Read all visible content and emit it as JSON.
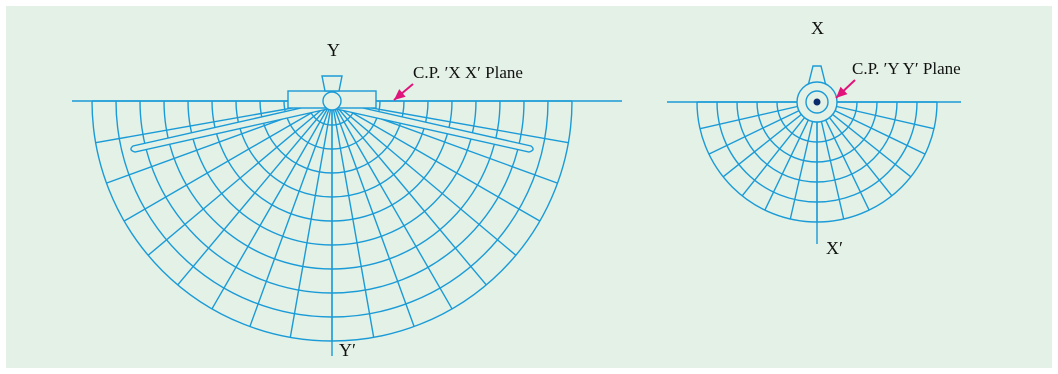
{
  "colors": {
    "background": "#e4f1e6",
    "line": "#1a9bd7",
    "arrow": "#e0147a",
    "text": "#111111"
  },
  "left_diagram": {
    "top_axis_label": "Y",
    "bottom_axis_label": "Y′",
    "callout": "C.P. ′X X′ Plane"
  },
  "right_diagram": {
    "top_axis_label": "X",
    "bottom_axis_label": "X′",
    "callout": "C.P. ′Y Y′ Plane"
  }
}
